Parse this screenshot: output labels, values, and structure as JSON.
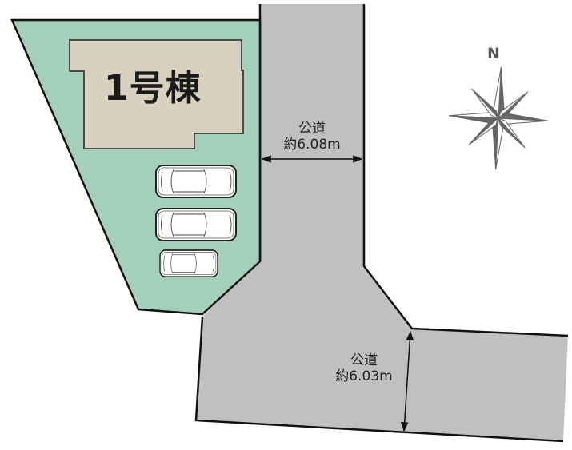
{
  "building": {
    "label": "1号棟"
  },
  "roads": [
    {
      "name": "公道",
      "width": "約6.08m"
    },
    {
      "name": "公道",
      "width": "約6.03m"
    }
  ],
  "compass": {
    "north_label": "N"
  },
  "colors": {
    "lot": "#a3cfbb",
    "building": "#d9d1c0",
    "road": "#c0c0c0",
    "compass": "#666666"
  }
}
